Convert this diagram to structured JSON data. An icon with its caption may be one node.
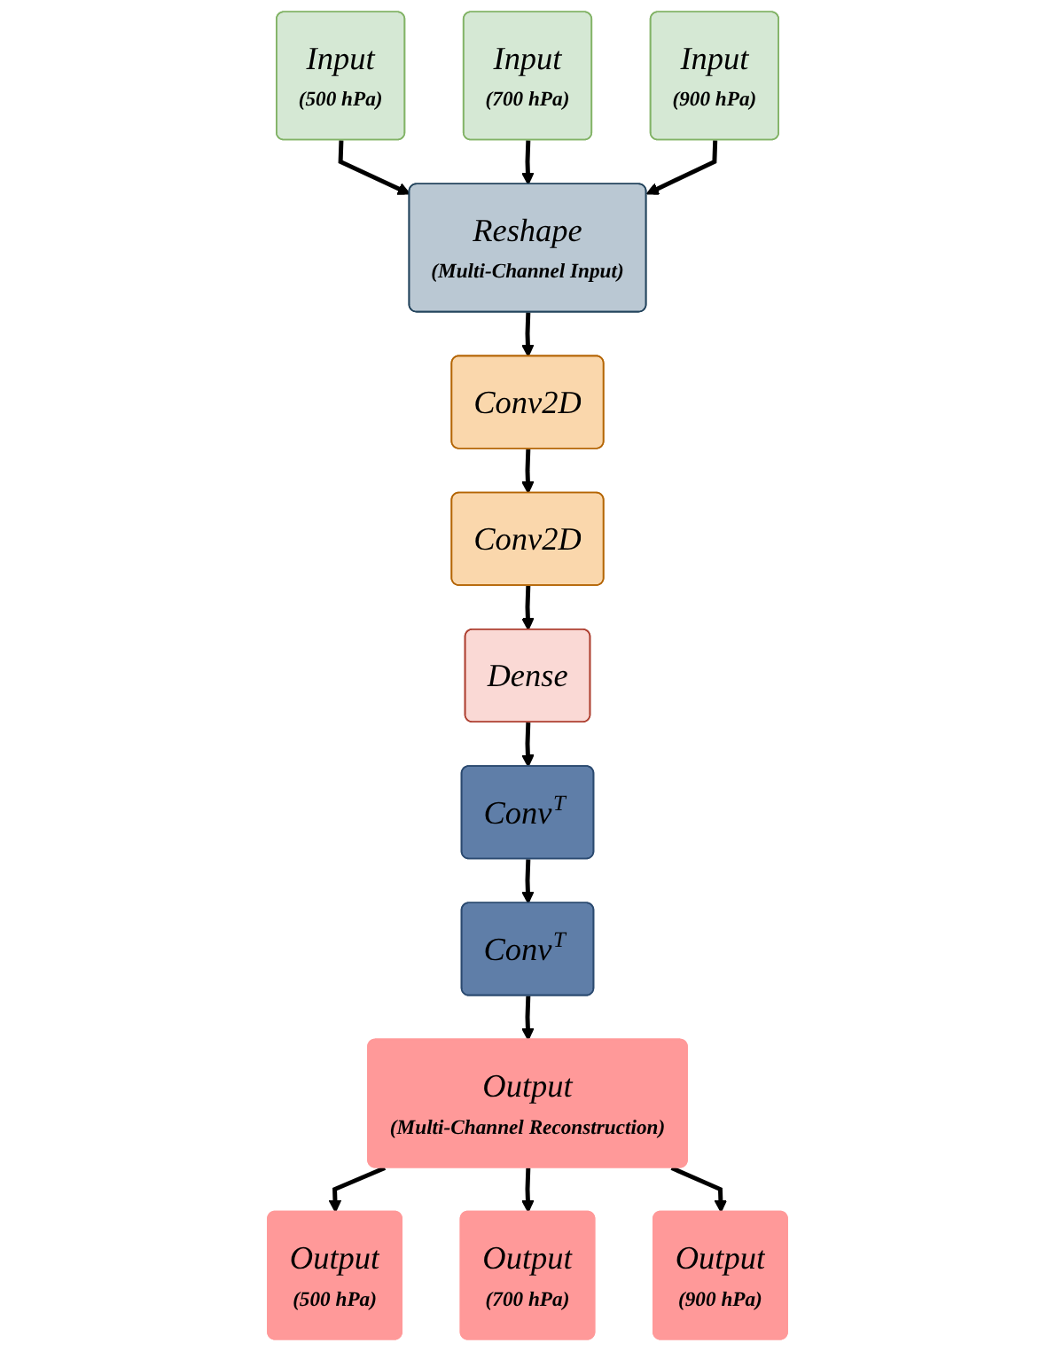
{
  "diagram": {
    "nodes": [
      {
        "text": [
          "Input",
          "(500 hPa)"
        ]
      },
      {
        "text": [
          "Input",
          "(700 hPa)"
        ]
      },
      {
        "text": [
          "Input",
          "(900 hPa)"
        ]
      },
      {
        "text": [
          "Reshape",
          "(Multi-Channel Input)"
        ]
      },
      {
        "text": [
          "Conv2D"
        ]
      },
      {
        "text": [
          "Conv2D"
        ]
      },
      {
        "text": [
          "Dense"
        ]
      },
      {
        "text": [
          "Conv$^{T}$"
        ]
      },
      {
        "text": [
          "Conv$^{T}$"
        ]
      },
      {
        "text": [
          "Output",
          "(Multi-Channel Reconstruction)"
        ]
      },
      {
        "text": [
          "Output",
          "(500 hPa)"
        ]
      },
      {
        "text": [
          "Output",
          "(700 hPa)"
        ]
      },
      {
        "text": [
          "Output",
          "(900 hPa)"
        ]
      }
    ],
    "edges": [
      {
        "from": 0,
        "to": 3,
        "arrow": "to"
      },
      {
        "from": 1,
        "to": 3,
        "arrow": "to"
      },
      {
        "from": 2,
        "to": 3,
        "arrow": "to"
      },
      {
        "from": 3,
        "to": 4,
        "arrow": "to"
      },
      {
        "from": 4,
        "to": 5,
        "arrow": "to"
      },
      {
        "from": 5,
        "to": 6,
        "arrow": "to"
      },
      {
        "from": 6,
        "to": 7,
        "arrow": "to"
      },
      {
        "from": 7,
        "to": 8,
        "arrow": "to"
      },
      {
        "from": 8,
        "to": 9,
        "arrow": "to"
      },
      {
        "from": 9,
        "to": 10,
        "arrow": "to"
      },
      {
        "from": 9,
        "to": 11,
        "arrow": "to"
      },
      {
        "from": 9,
        "to": 12,
        "arrow": "to"
      }
    ]
  }
}
